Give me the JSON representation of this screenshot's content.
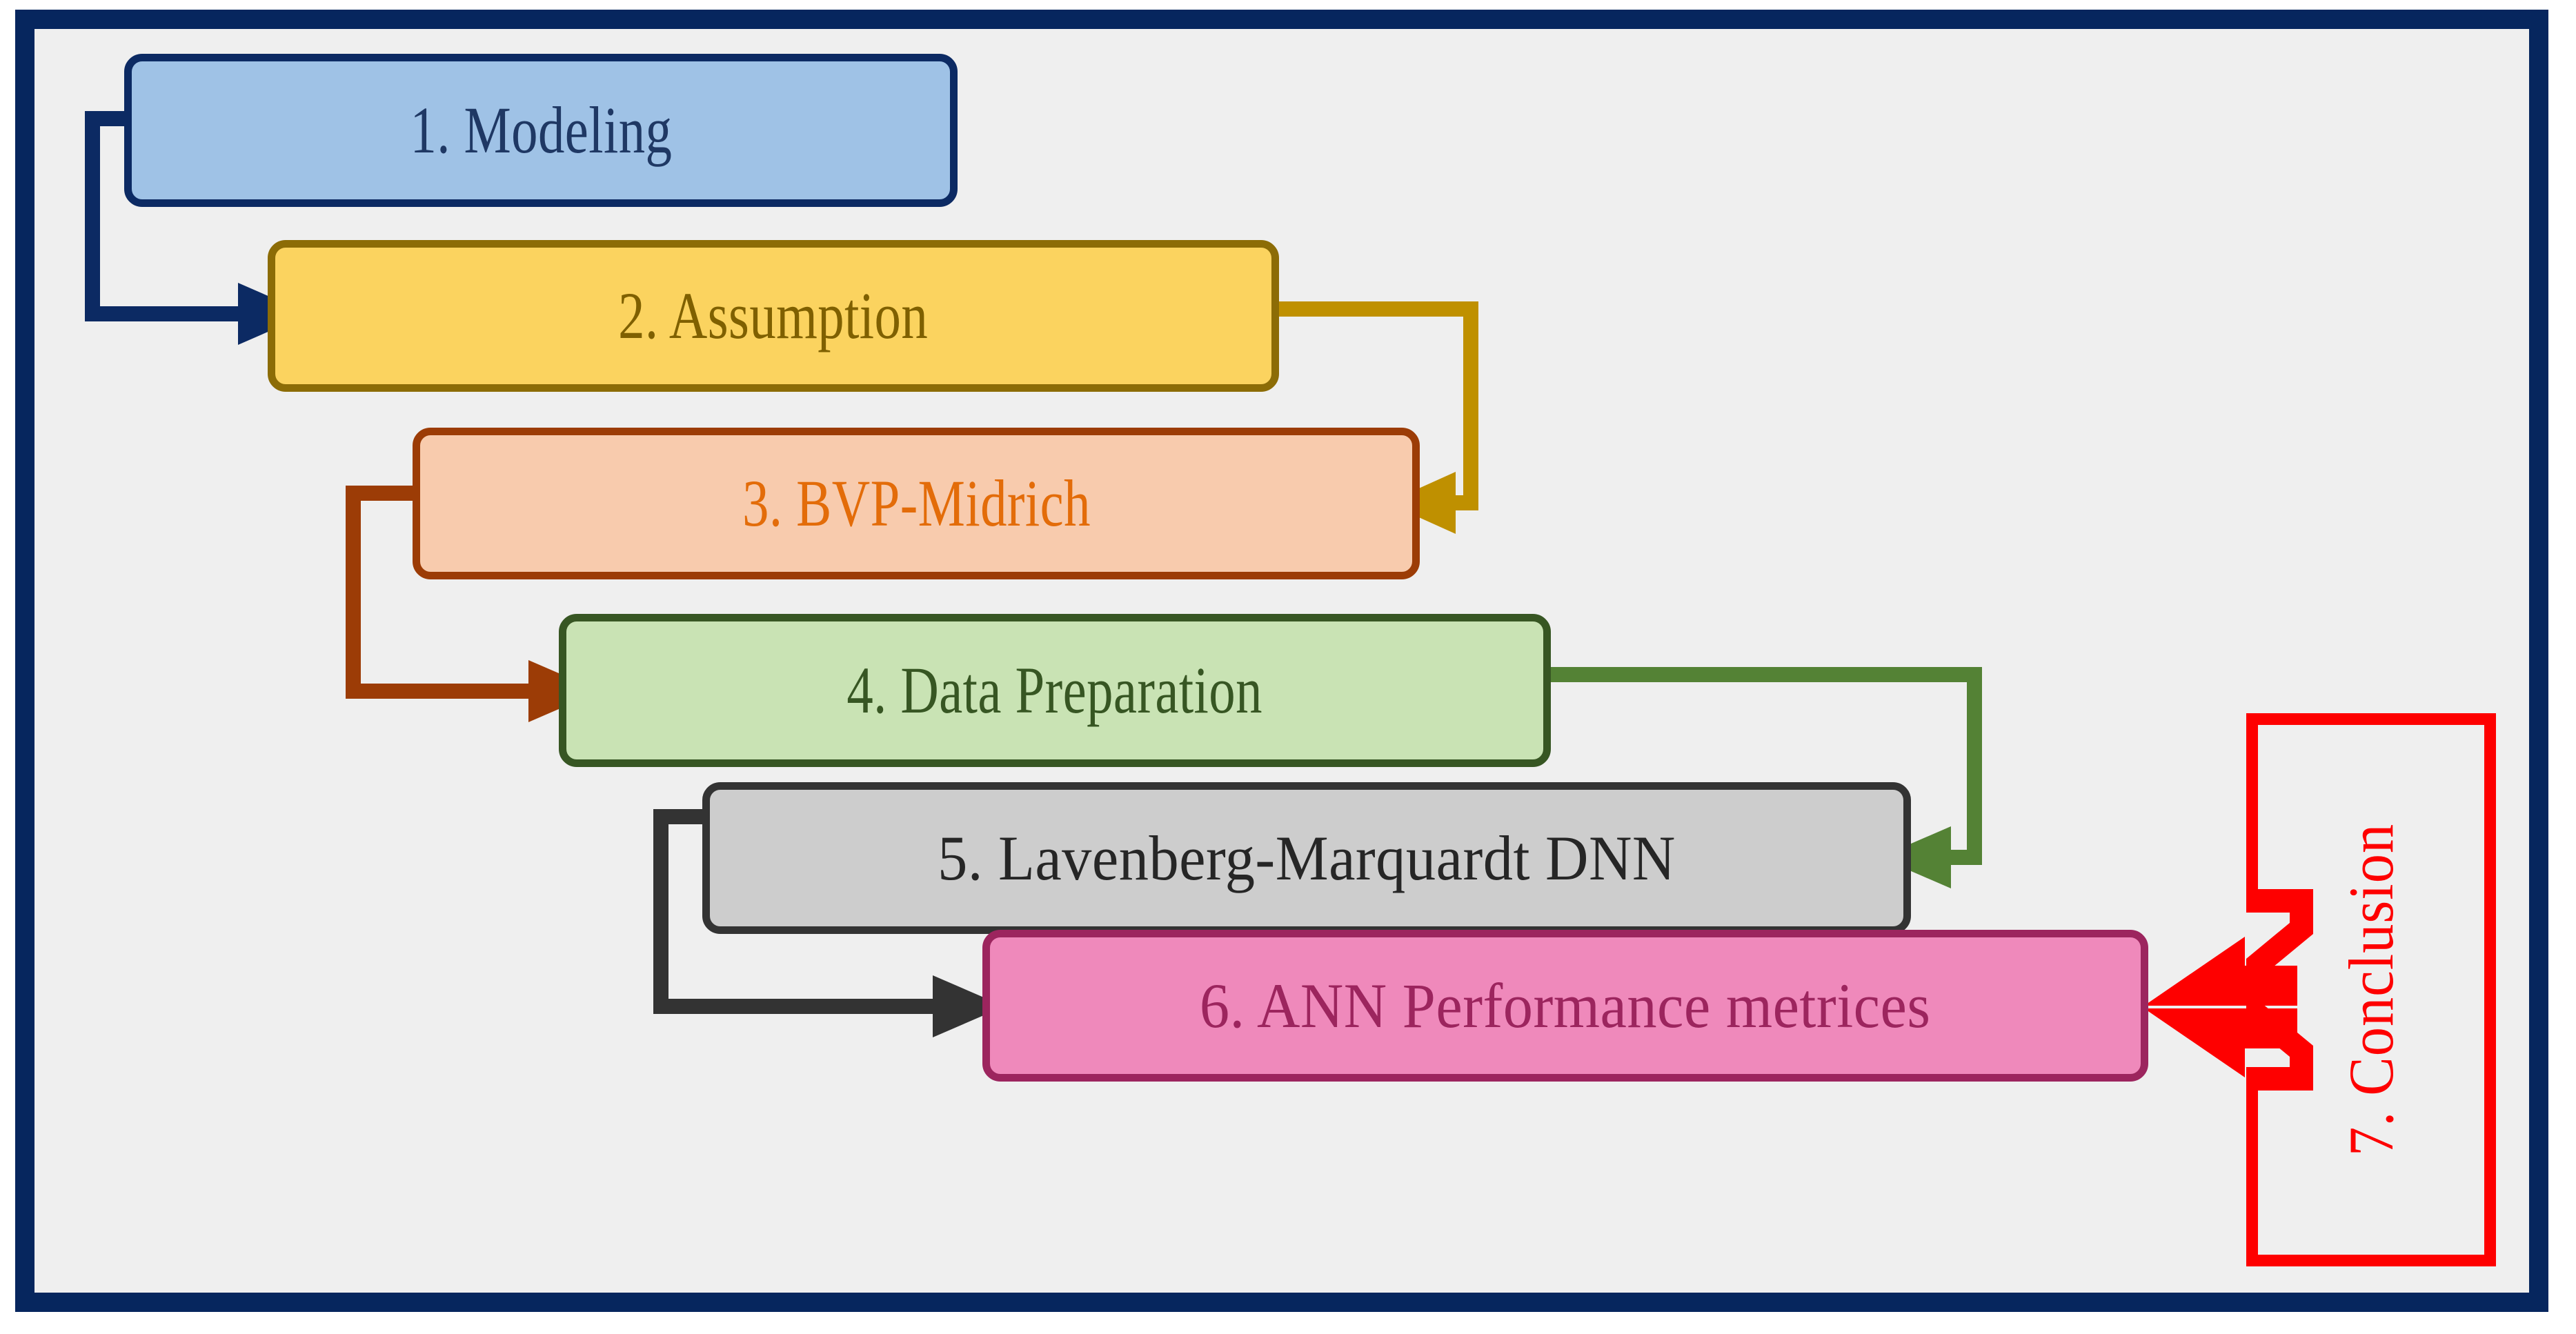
{
  "diagram": {
    "title_text": "",
    "frame": {
      "border_color": "#06265e",
      "background_color": "#efefef"
    },
    "nodes": [
      {
        "id": "1",
        "label": "1. Modeling",
        "fill": "#9fc2e6",
        "stroke": "#0c2a63",
        "text_color": "#1f3864"
      },
      {
        "id": "2",
        "label": "2. Assumption",
        "fill": "#fbd35f",
        "stroke": "#8c6c06",
        "text_color": "#7f6000"
      },
      {
        "id": "3",
        "label": "3. BVP-Midrich",
        "fill": "#f8cbad",
        "stroke": "#9c3c06",
        "text_color": "#e36c09"
      },
      {
        "id": "4",
        "label": "4. Data Preparation",
        "fill": "#c9e3b4",
        "stroke": "#375623",
        "text_color": "#375623"
      },
      {
        "id": "5",
        "label": "5. Lavenberg-Marquardt DNN",
        "fill": "#cdcdcd",
        "stroke": "#333333",
        "text_color": "#262626"
      },
      {
        "id": "6",
        "label": "6. ANN Performance metrices",
        "fill": "#ef89bb",
        "stroke": "#9c255e",
        "text_color": "#9c255e"
      },
      {
        "id": "7",
        "label": "7. Conclusion",
        "fill": "none",
        "stroke": "#fe0000",
        "text_color": "#fe0000",
        "orientation": "vertical"
      }
    ],
    "connectors": [
      {
        "from": "1",
        "to": "2",
        "color": "#0c2a63",
        "route": "left-down-right",
        "arrow": "right"
      },
      {
        "from": "2",
        "to": "3",
        "color": "#bf9000",
        "route": "right-down-left",
        "arrow": "left"
      },
      {
        "from": "3",
        "to": "4",
        "color": "#9c3c06",
        "route": "left-down-right",
        "arrow": "right"
      },
      {
        "from": "4",
        "to": "5",
        "color": "#548235",
        "route": "right-down-left",
        "arrow": "left"
      },
      {
        "from": "5",
        "to": "6",
        "color": "#333333",
        "route": "left-down-right",
        "arrow": "right"
      },
      {
        "from": "7",
        "to": "6",
        "color": "#fe0000",
        "route": "notched-arrow",
        "arrow": "left"
      }
    ]
  }
}
